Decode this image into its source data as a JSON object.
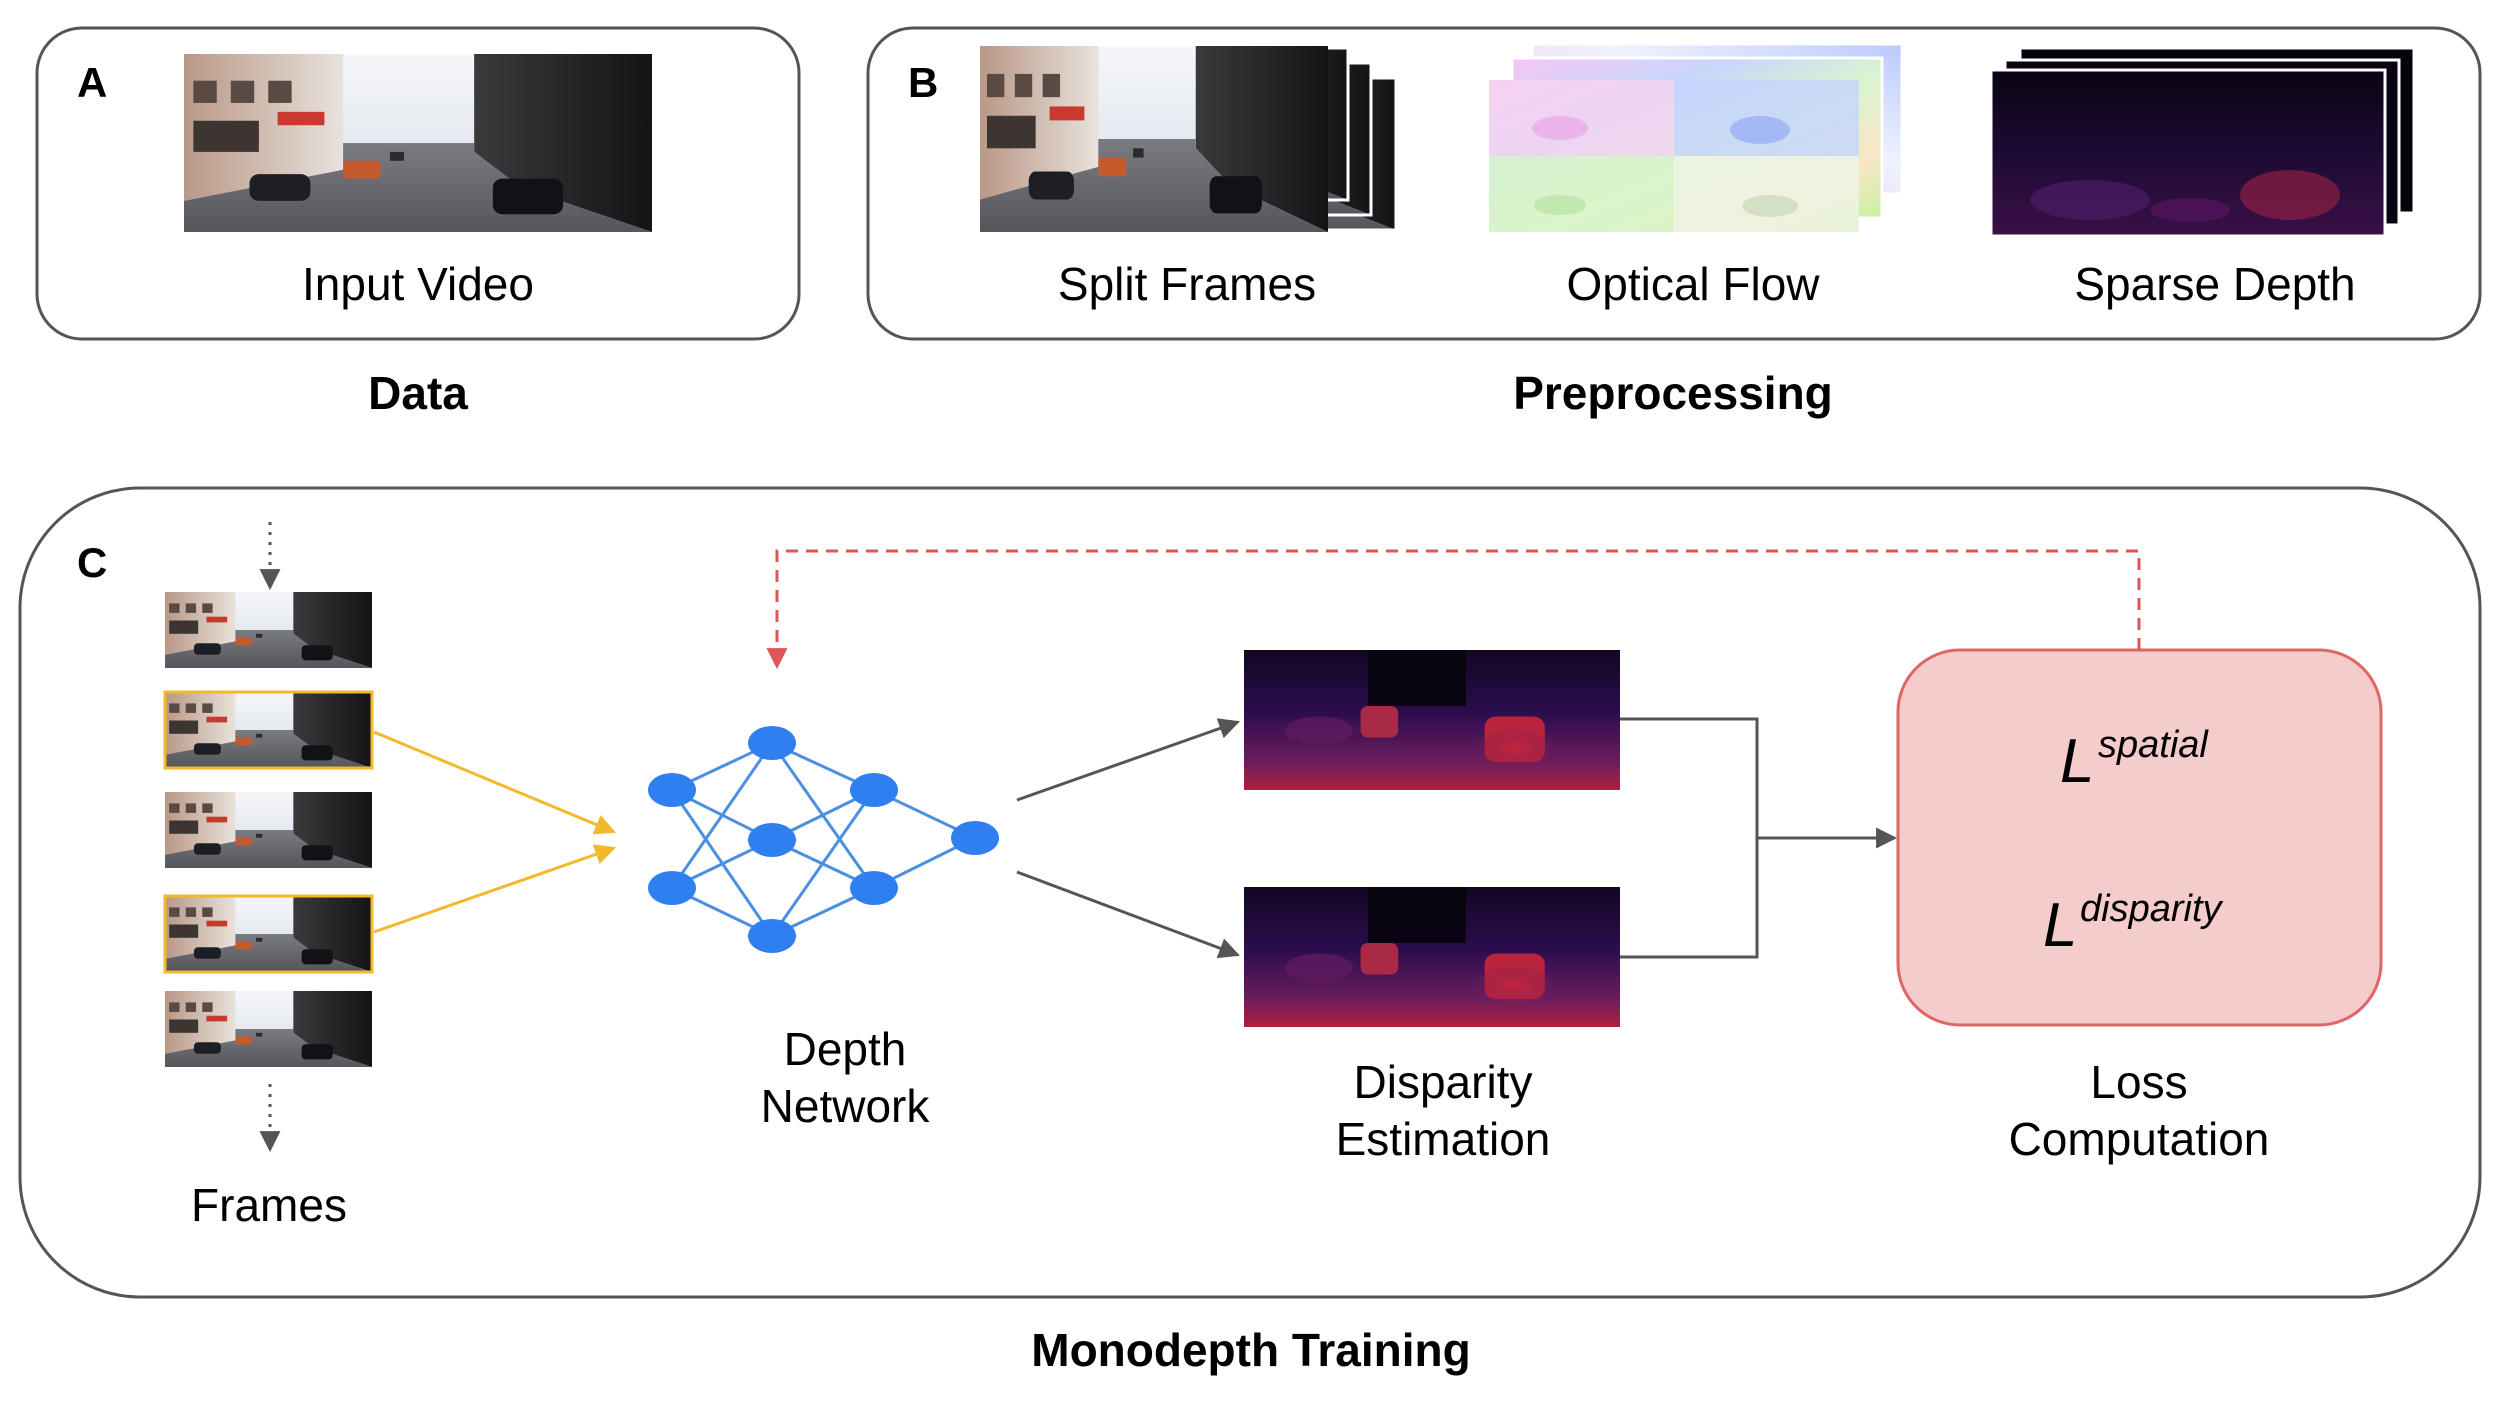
{
  "panel_a": {
    "letter": "A",
    "caption": "Input Video",
    "section_title": "Data"
  },
  "panel_b": {
    "letter": "B",
    "captions": {
      "split_frames": "Split Frames",
      "optical_flow": "Optical Flow",
      "sparse_depth": "Sparse Depth"
    },
    "section_title": "Preprocessing"
  },
  "panel_c": {
    "letter": "C",
    "frames_label": "Frames",
    "network_label_line1": "Depth",
    "network_label_line2": "Network",
    "disparity_label_line1": "Disparity",
    "disparity_label_line2": "Estimation",
    "loss_label_line1": "Loss",
    "loss_label_line2": "Computation",
    "loss_term1_base": "L",
    "loss_term1_sup": "spatial",
    "loss_term2_base": "L",
    "loss_term2_sup": "disparity",
    "section_title": "Monodepth Training"
  },
  "colors": {
    "panel_border": "#555555",
    "arrow_gray": "#555555",
    "arrow_yellow": "#f2b92c",
    "feedback_red": "#e05555",
    "loss_fill": "#f4cccc",
    "loss_border": "#e06666",
    "neuron_blue": "#2f7ff0",
    "edge_blue": "#4a90e2"
  }
}
